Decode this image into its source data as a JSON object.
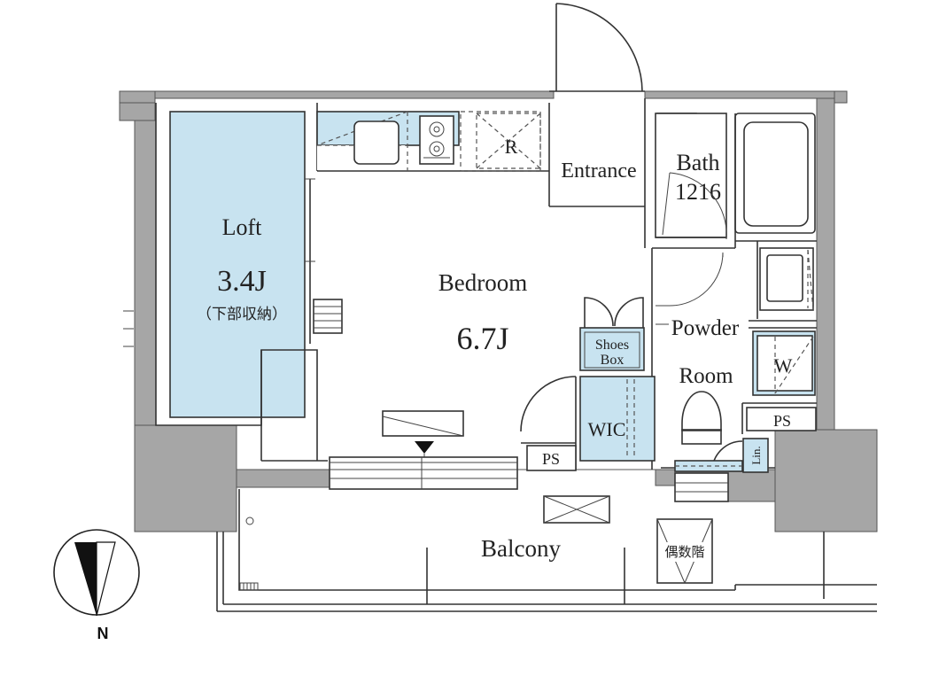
{
  "rooms": {
    "loft": {
      "name": "Loft",
      "size": "3.4J",
      "note": "（下部収納）"
    },
    "bedroom": {
      "name": "Bedroom",
      "size": "6.7J"
    },
    "entrance": {
      "name": "Entrance"
    },
    "bath": {
      "name": "Bath",
      "size": "1216"
    },
    "powder_room": {
      "line1": "Powder",
      "line2": "Room"
    },
    "balcony": {
      "name": "Balcony"
    }
  },
  "fixtures": {
    "refrigerator": "R",
    "shoes_box_line1": "Shoes",
    "shoes_box_line2": "Box",
    "wic": "WIC",
    "ps_bedroom": "PS",
    "ps_powder": "PS",
    "washer": "W",
    "linen": "Lin.",
    "even_floor_stair": "偶数階"
  },
  "compass": {
    "label": "N"
  },
  "colors": {
    "storage_blue": "#c8e3f0",
    "wall_gray": "#a6a6a6",
    "line": "#333333"
  }
}
